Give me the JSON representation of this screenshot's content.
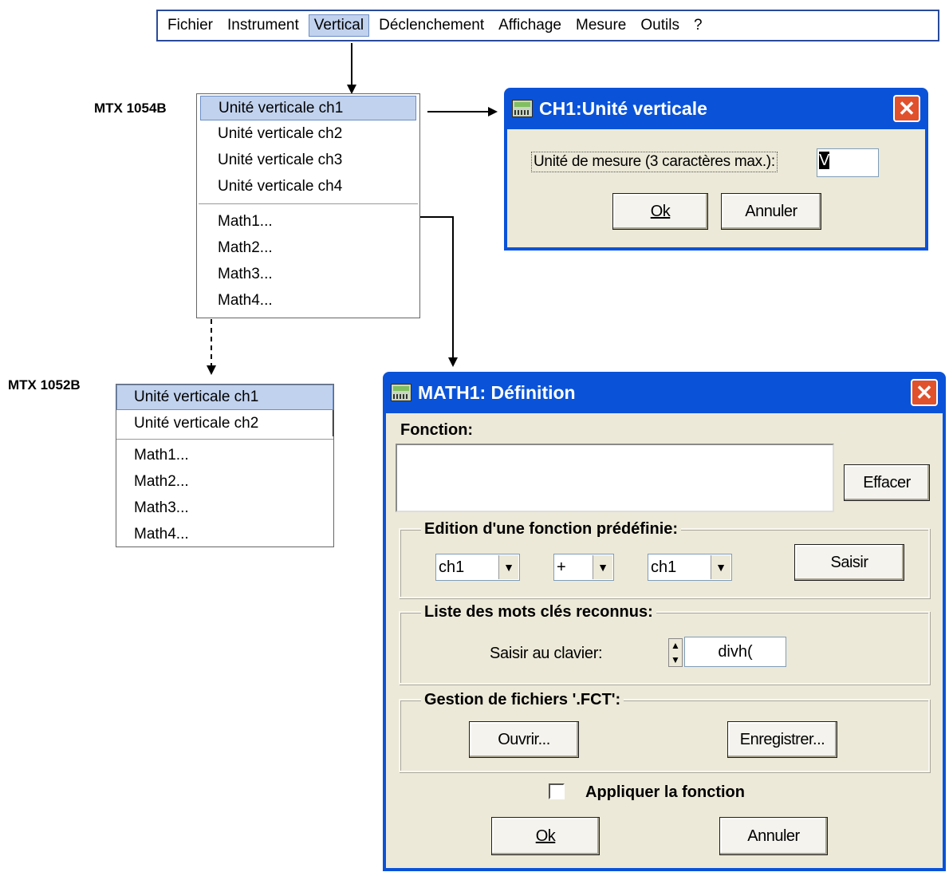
{
  "menubar": {
    "items": [
      "Fichier",
      "Instrument",
      "Vertical",
      "Déclenchement",
      "Affichage",
      "Mesure",
      "Outils",
      "?"
    ],
    "active": "Vertical"
  },
  "models": {
    "mtx1054": "MTX 1054B",
    "mtx1052": "MTX 1052B"
  },
  "menu_1054": {
    "units": [
      "Unité verticale ch1",
      "Unité verticale ch2",
      "Unité verticale ch3",
      "Unité verticale ch4"
    ],
    "maths": [
      "Math1...",
      "Math2...",
      "Math3...",
      "Math4..."
    ]
  },
  "menu_1052": {
    "units": [
      "Unité verticale ch1",
      "Unité verticale ch2"
    ],
    "maths": [
      "Math1...",
      "Math2...",
      "Math3...",
      "Math4..."
    ]
  },
  "dialog_unit": {
    "title": "CH1:Unité verticale",
    "label": "Unité de mesure (3 caractères max.):",
    "value": "V",
    "ok": "Ok",
    "cancel": "Annuler"
  },
  "dialog_math": {
    "title": "MATH1: Définition",
    "fonction_label": "Fonction:",
    "clear": "Effacer",
    "predef_title": "Edition d'une fonction prédéfinie:",
    "combo1": "ch1",
    "combo2": "+",
    "combo3": "ch1",
    "enter": "Saisir",
    "keywords_title": "Liste des mots clés reconnus:",
    "keyboard_label": "Saisir au clavier:",
    "keyword_value": "divh(",
    "files_title": "Gestion de fichiers '.FCT':",
    "open": "Ouvrir...",
    "save": "Enregistrer...",
    "apply": "Appliquer la fonction",
    "apply_checked": false,
    "ok": "Ok",
    "cancel": "Annuler"
  },
  "colors": {
    "titlebar": "#0a53d8",
    "dialog_bg": "#ece9d8",
    "highlight": "#c1d2ee",
    "close": "#e0512c"
  }
}
